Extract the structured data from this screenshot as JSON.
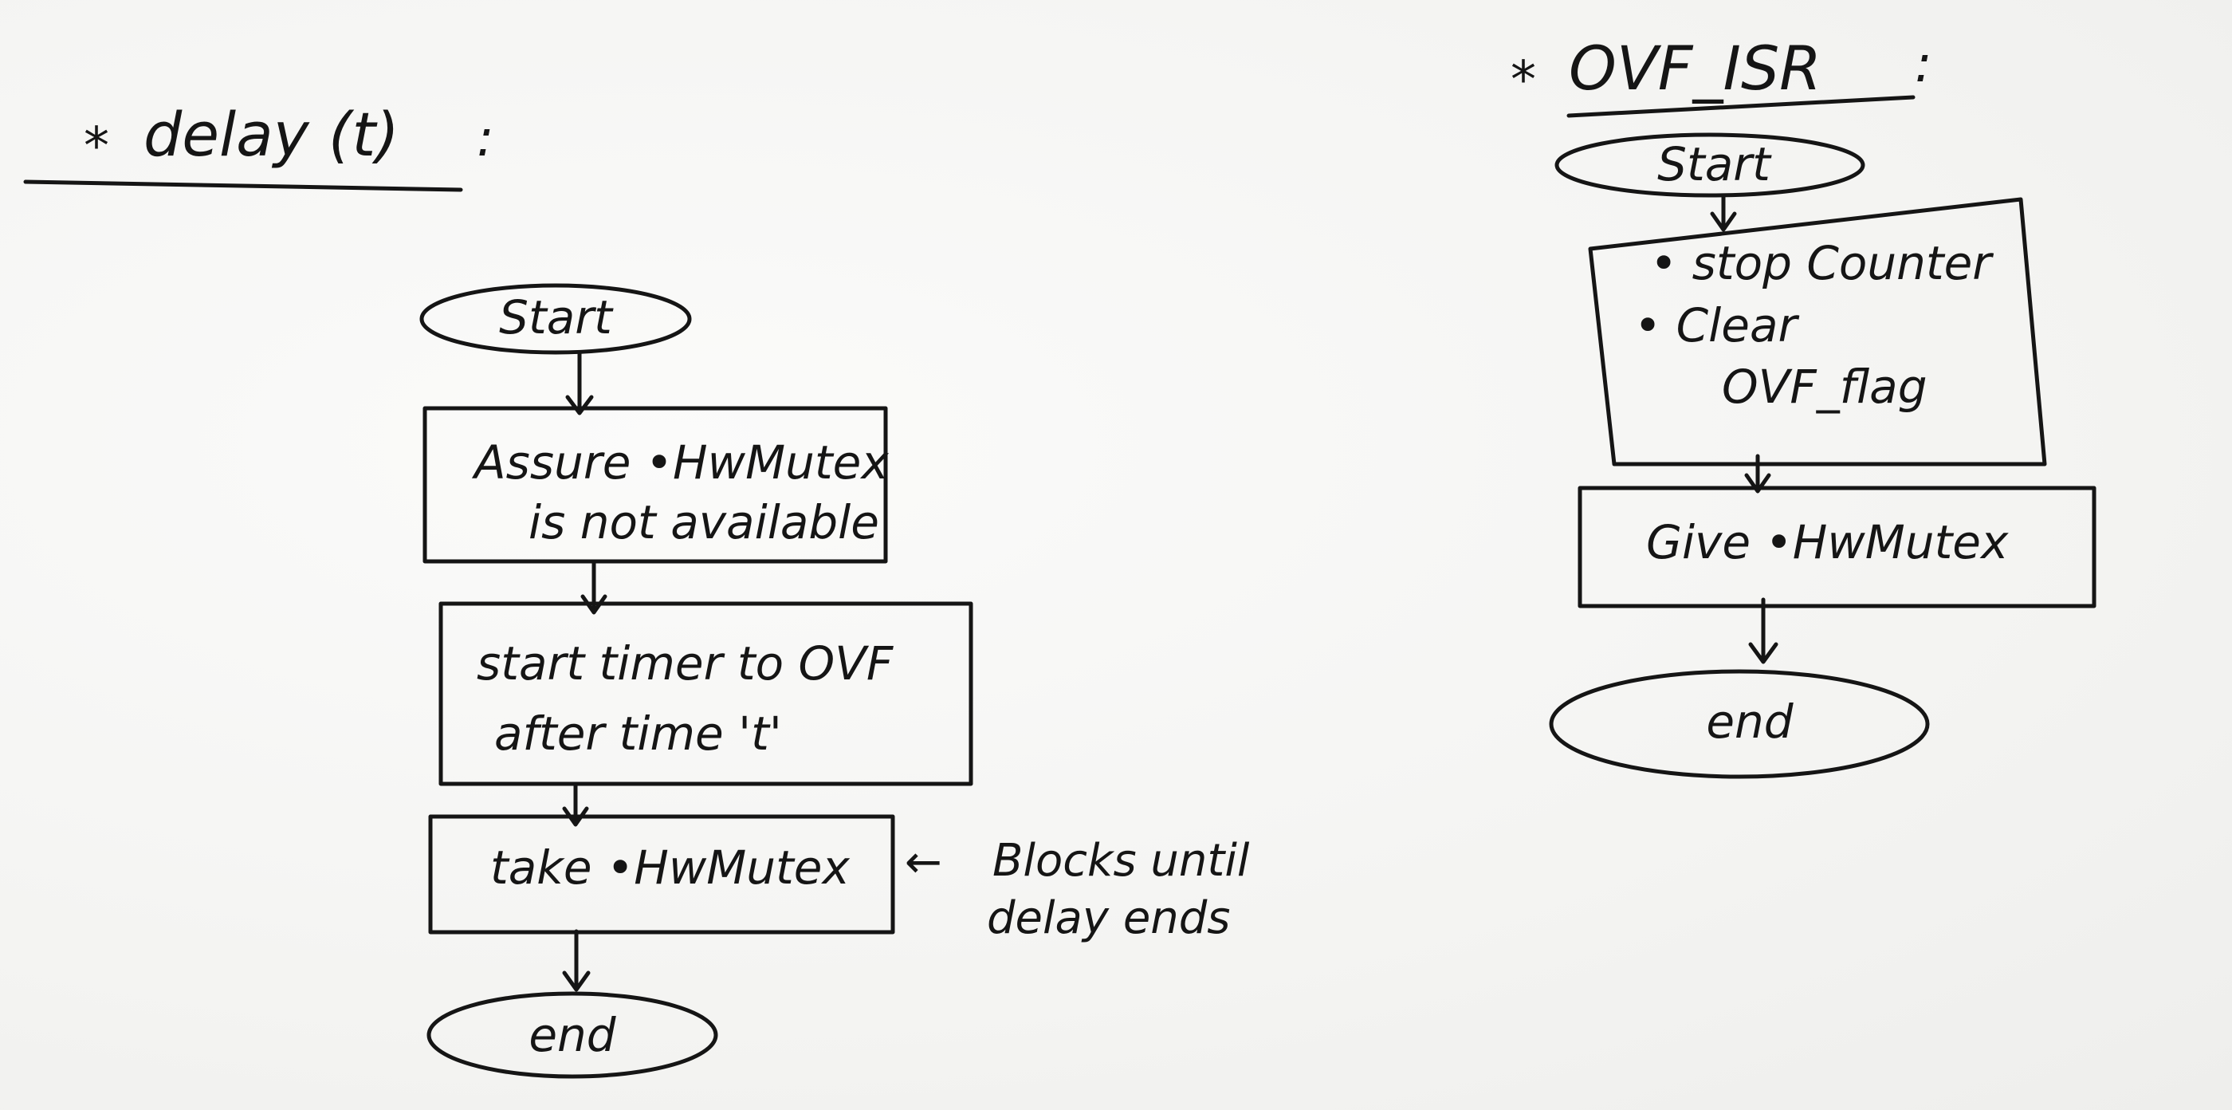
{
  "left_flowchart": {
    "title_marker": "*",
    "title": "delay (t)",
    "title_colon": ":",
    "start": "Start",
    "step1_line1": "Assure •HwMutex",
    "step1_line2": "is not available",
    "step2_line1": "start timer to OVF",
    "step2_line2": "after time 't'",
    "step3": "take •HwMutex",
    "step3_note_arrow": "←",
    "step3_note_line1": "Blocks until",
    "step3_note_line2": "delay ends",
    "end": "end"
  },
  "right_flowchart": {
    "title_marker": "*",
    "title": "OVF_ISR",
    "title_colon": ":",
    "start": "Start",
    "step1_item1": "• stop Counter",
    "step1_item2": "• Clear",
    "step1_item2_cont": "OVF_flag",
    "step2": "Give •HwMutex",
    "end": "end"
  },
  "colors": {
    "ink": "#151515",
    "paper": "#f6f6f4"
  }
}
